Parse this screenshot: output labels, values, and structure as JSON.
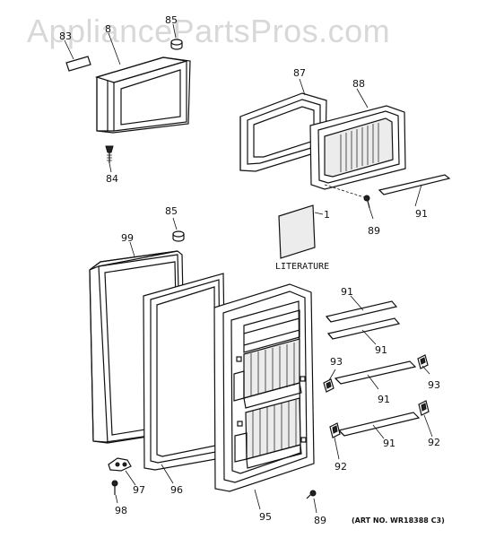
{
  "watermark": "AppliancePartsPros.com",
  "callouts": {
    "c83": "83",
    "c8": "8",
    "c85a": "85",
    "c84": "84",
    "c87": "87",
    "c88": "88",
    "c89a": "89",
    "c91a": "91",
    "c1": "1",
    "c85b": "85",
    "c99": "99",
    "c91b": "91",
    "c91c": "91",
    "c93a": "93",
    "c93b": "93",
    "c91d": "91",
    "c91e": "91",
    "c92a": "92",
    "c92b": "92",
    "c97": "97",
    "c96": "96",
    "c95": "95",
    "c98": "98",
    "c89b": "89"
  },
  "literature_label": "LITERATURE",
  "art_number": "(ART NO. WR18388 C3)"
}
